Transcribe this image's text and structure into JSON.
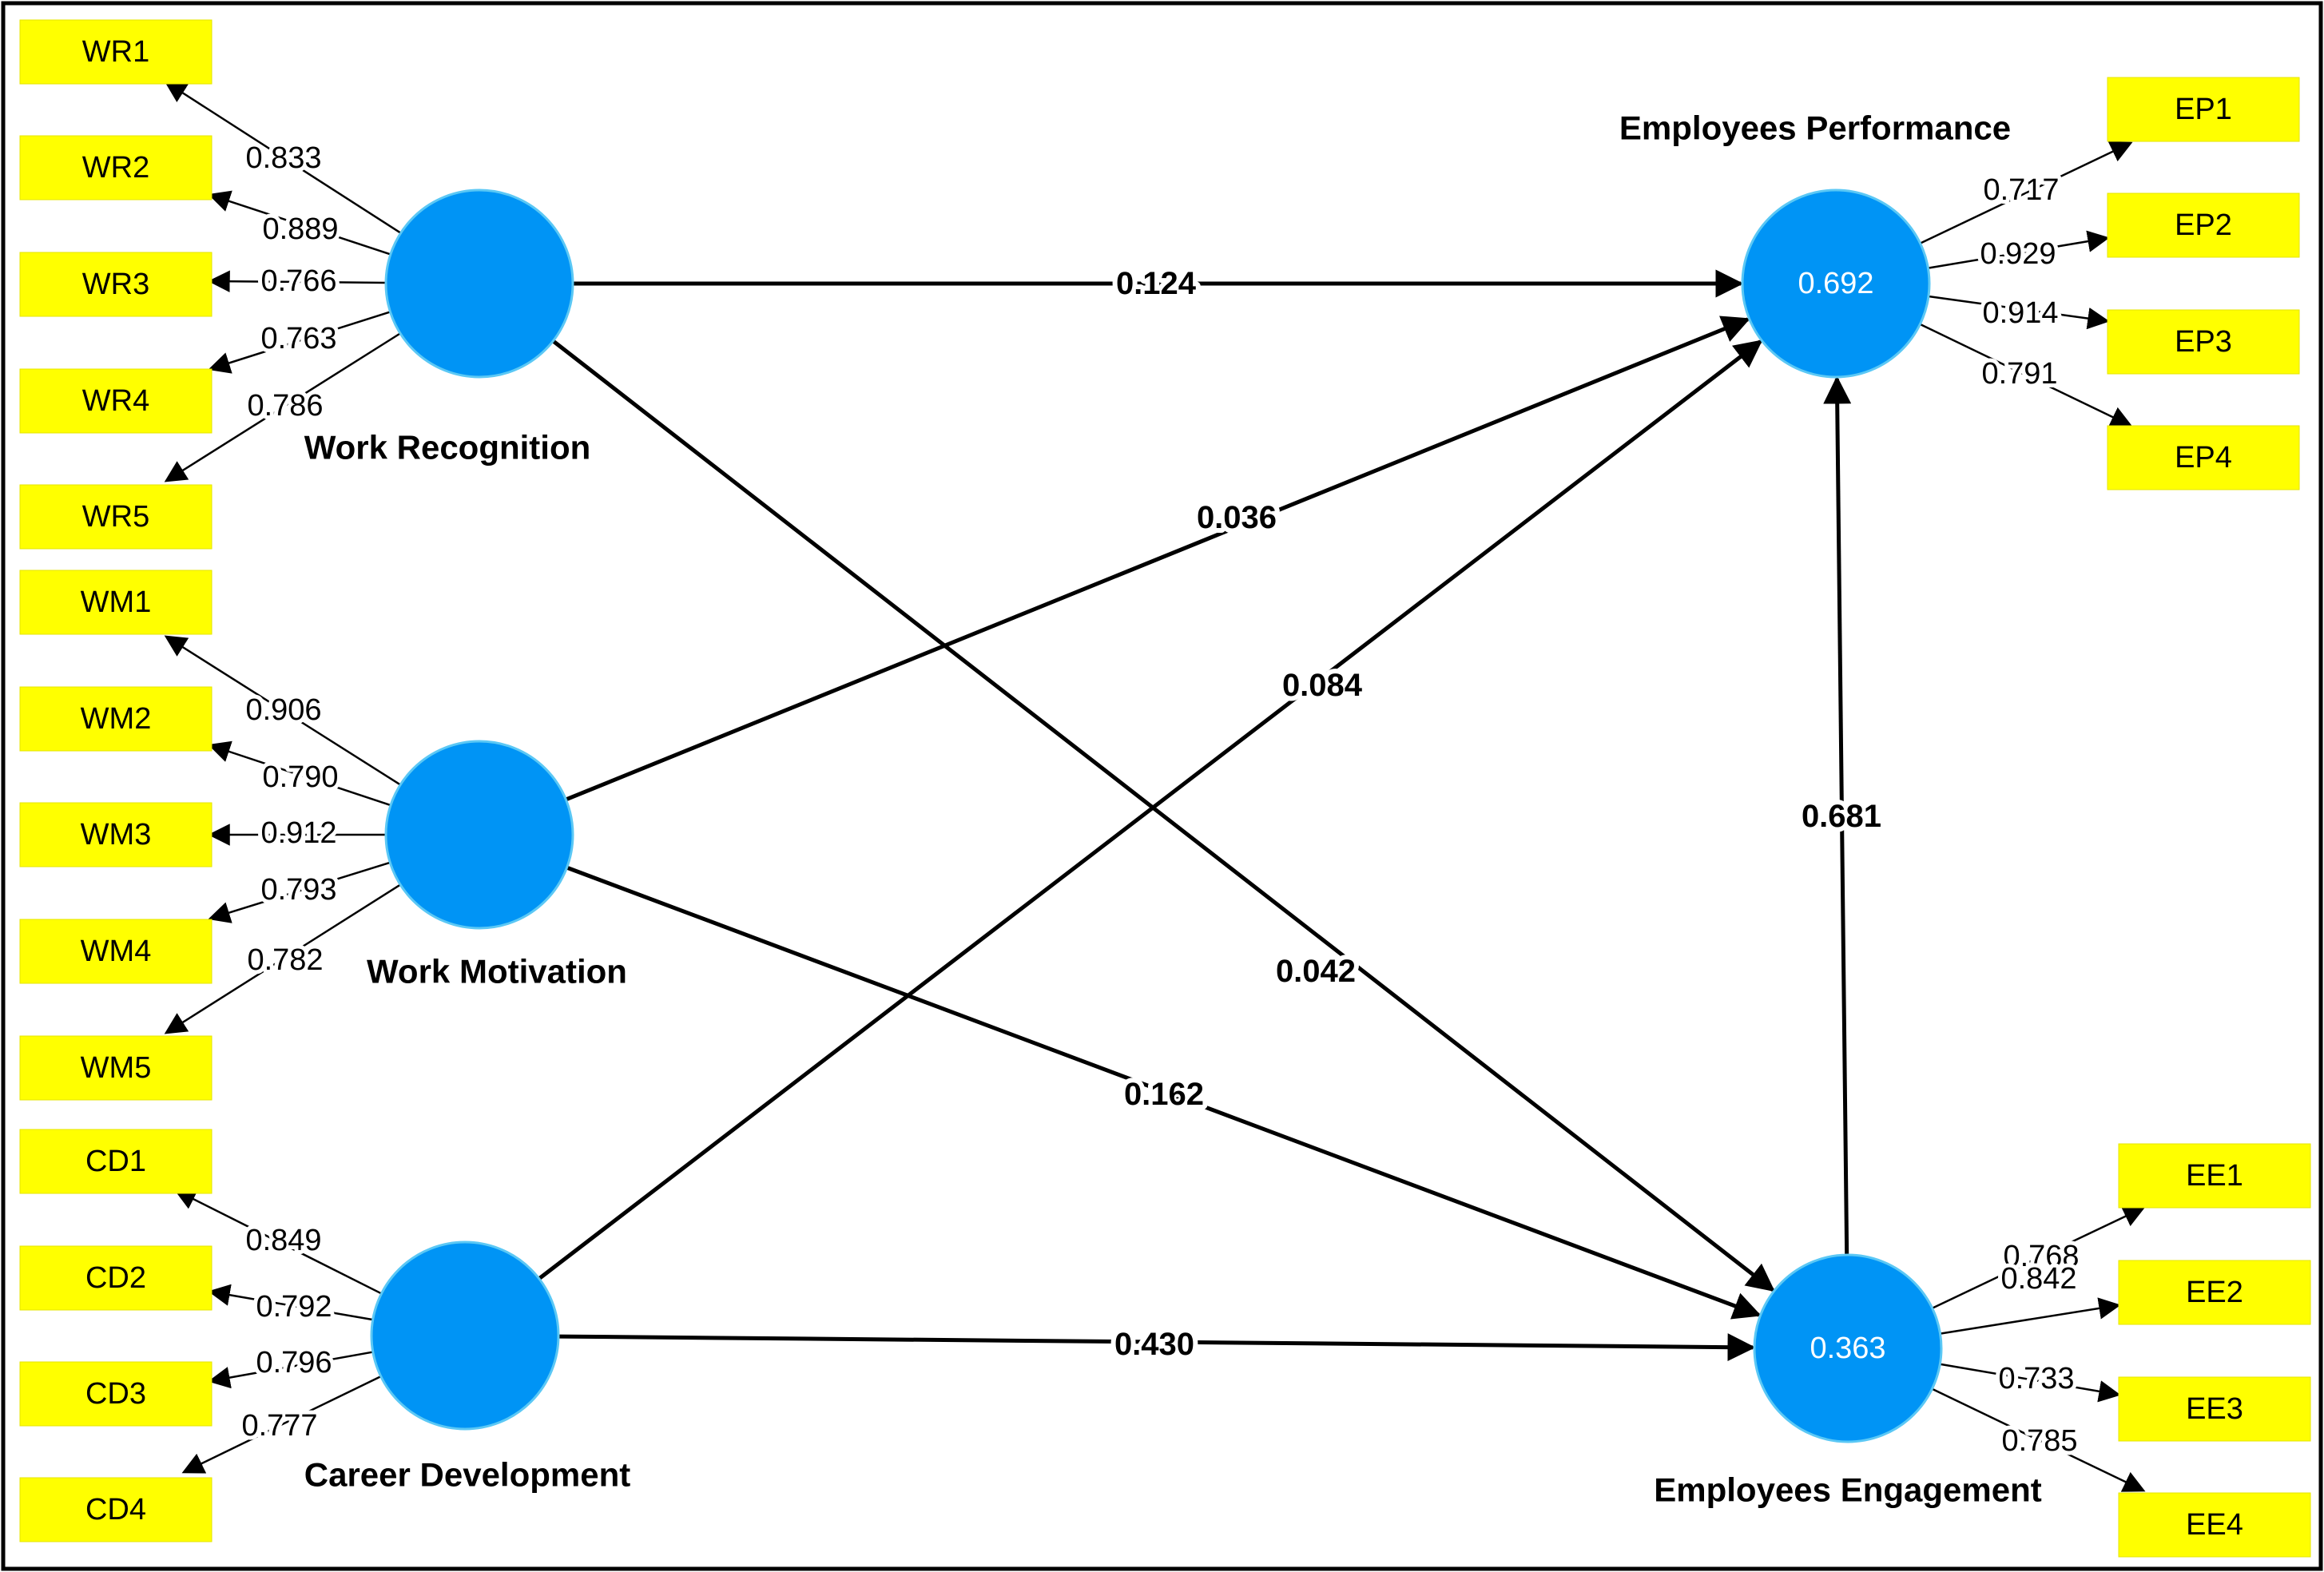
{
  "colors": {
    "construct_fill": "#0094f5",
    "indicator_fill": "#ffff00",
    "line": "#000000",
    "r2_text": "#ffffff"
  },
  "constructs": [
    {
      "id": "WR",
      "name": "Work Recognition",
      "r2": ""
    },
    {
      "id": "WM",
      "name": "Work Motivation",
      "r2": ""
    },
    {
      "id": "CD",
      "name": "Career Development",
      "r2": ""
    },
    {
      "id": "EP",
      "name": "Employees Performance",
      "r2": "0.692"
    },
    {
      "id": "EE",
      "name": "Employees Engagement",
      "r2": "0.363"
    }
  ],
  "indicators": [
    {
      "id": "WR1",
      "construct": "WR",
      "label": "WR1",
      "loading": "0.833"
    },
    {
      "id": "WR2",
      "construct": "WR",
      "label": "WR2",
      "loading": "0.889"
    },
    {
      "id": "WR3",
      "construct": "WR",
      "label": "WR3",
      "loading": "0.766"
    },
    {
      "id": "WR4",
      "construct": "WR",
      "label": "WR4",
      "loading": "0.763"
    },
    {
      "id": "WR5",
      "construct": "WR",
      "label": "WR5",
      "loading": "0.786"
    },
    {
      "id": "WM1",
      "construct": "WM",
      "label": "WM1",
      "loading": "0.906"
    },
    {
      "id": "WM2",
      "construct": "WM",
      "label": "WM2",
      "loading": "0.790"
    },
    {
      "id": "WM3",
      "construct": "WM",
      "label": "WM3",
      "loading": "0.912"
    },
    {
      "id": "WM4",
      "construct": "WM",
      "label": "WM4",
      "loading": "0.793"
    },
    {
      "id": "WM5",
      "construct": "WM",
      "label": "WM5",
      "loading": "0.782"
    },
    {
      "id": "CD1",
      "construct": "CD",
      "label": "CD1",
      "loading": "0.849"
    },
    {
      "id": "CD2",
      "construct": "CD",
      "label": "CD2",
      "loading": "0.792"
    },
    {
      "id": "CD3",
      "construct": "CD",
      "label": "CD3",
      "loading": "0.796"
    },
    {
      "id": "CD4",
      "construct": "CD",
      "label": "CD4",
      "loading": "0.777"
    },
    {
      "id": "EP1",
      "construct": "EP",
      "label": "EP1",
      "loading": "0.717"
    },
    {
      "id": "EP2",
      "construct": "EP",
      "label": "EP2",
      "loading": "0.929"
    },
    {
      "id": "EP3",
      "construct": "EP",
      "label": "EP3",
      "loading": "0.914"
    },
    {
      "id": "EP4",
      "construct": "EP",
      "label": "EP4",
      "loading": "0.791"
    },
    {
      "id": "EE1",
      "construct": "EE",
      "label": "EE1",
      "loading": "0.768"
    },
    {
      "id": "EE2",
      "construct": "EE",
      "label": "EE2",
      "loading": "0.842"
    },
    {
      "id": "EE3",
      "construct": "EE",
      "label": "EE3",
      "loading": "0.733"
    },
    {
      "id": "EE4",
      "construct": "EE",
      "label": "EE4",
      "loading": "0.785"
    }
  ],
  "paths": [
    {
      "from": "WR",
      "to": "EP",
      "coef": "0.124"
    },
    {
      "from": "WR",
      "to": "EE",
      "coef": "0.042"
    },
    {
      "from": "WM",
      "to": "EP",
      "coef": "0.036"
    },
    {
      "from": "WM",
      "to": "EE",
      "coef": "0.162"
    },
    {
      "from": "CD",
      "to": "EP",
      "coef": "0.084"
    },
    {
      "from": "CD",
      "to": "EE",
      "coef": "0.430"
    },
    {
      "from": "EE",
      "to": "EP",
      "coef": "0.681"
    }
  ]
}
